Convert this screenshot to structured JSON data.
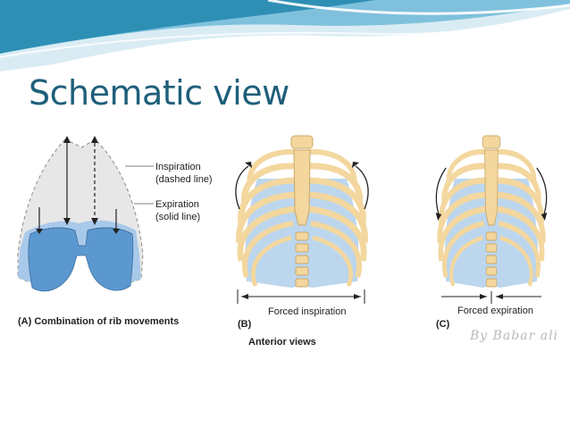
{
  "slide": {
    "title": "Schematic view",
    "watermark": "By Babar ali"
  },
  "diagram": {
    "panel_a": {
      "label": "(A) Combination of rib movements",
      "inspiration": "Inspiration",
      "inspiration_note": "(dashed line)",
      "expiration": "Expiration",
      "expiration_note": "(solid line)"
    },
    "panel_b": {
      "label": "(B)",
      "caption": "Forced inspiration",
      "subcaption": "Anterior views"
    },
    "panel_c": {
      "label": "(C)",
      "caption": "Forced expiration"
    }
  },
  "colors": {
    "title": "#1f5f7a",
    "header_blue": "#2e8fb5",
    "bone": "#f3d79e",
    "cartilage": "#bcd6ee",
    "lung_dark": "#5b98cf",
    "lung_light": "#a9c9ea"
  }
}
